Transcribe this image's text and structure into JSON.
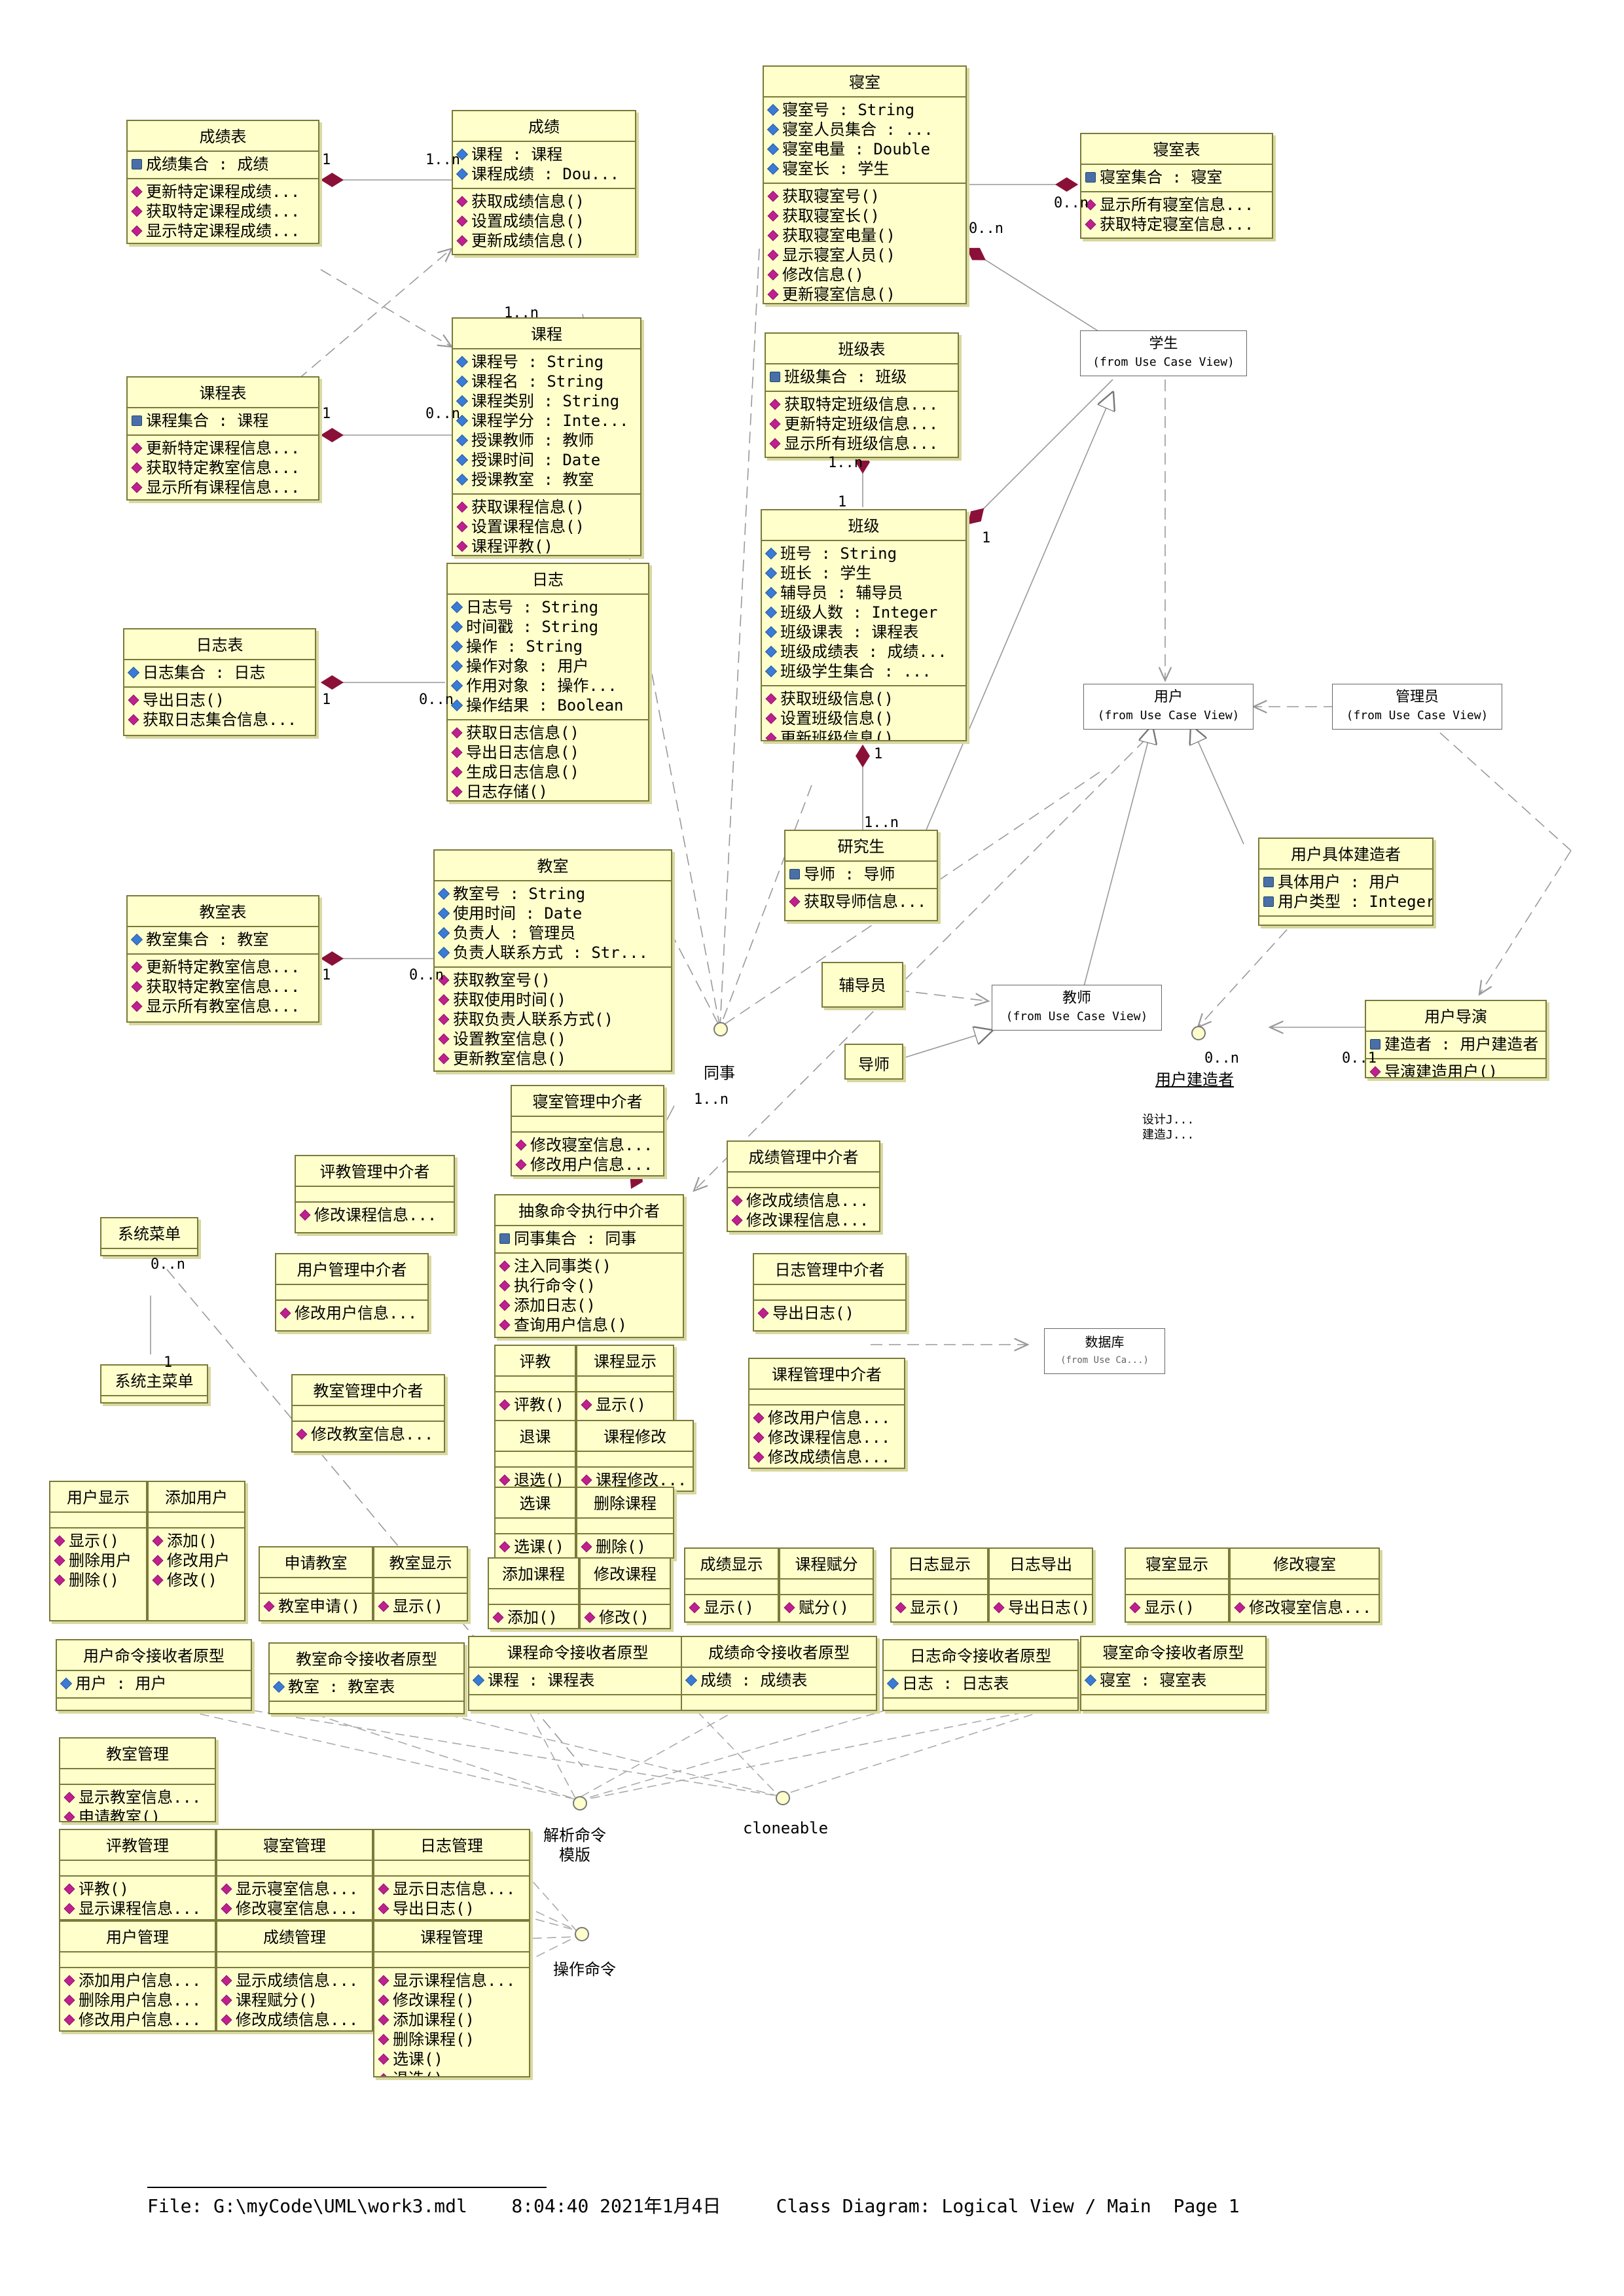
{
  "classes": [
    {
      "key": "cjb",
      "name": "成绩表",
      "attrs": [
        {
          "t": "assoc",
          "s": "成绩集合 : 成绩"
        }
      ],
      "ops": [
        "更新特定课程成绩...",
        "获取特定课程成绩...",
        "显示特定课程成绩..."
      ]
    },
    {
      "key": "cj",
      "name": "成绩",
      "attrs": [
        {
          "t": "attr",
          "s": "课程 : 课程"
        },
        {
          "t": "attr",
          "s": "课程成绩 : Dou..."
        }
      ],
      "ops": [
        "获取成绩信息()",
        "设置成绩信息()",
        "更新成绩信息()"
      ]
    },
    {
      "key": "ss",
      "name": "寝室",
      "attrs": [
        {
          "t": "attr",
          "s": "寝室号 : String"
        },
        {
          "t": "attr",
          "s": "寝室人员集合 : ..."
        },
        {
          "t": "attr",
          "s": "寝室电量 : Double"
        },
        {
          "t": "attr",
          "s": "寝室长 : 学生"
        }
      ],
      "ops": [
        "获取寝室号()",
        "获取寝室长()",
        "获取寝室电量()",
        "显示寝室人员()",
        "修改信息()",
        "更新寝室信息()"
      ]
    },
    {
      "key": "ssb",
      "name": "寝室表",
      "attrs": [
        {
          "t": "assoc",
          "s": "寝室集合 : 寝室"
        }
      ],
      "ops": [
        "显示所有寝室信息...",
        "获取特定寝室信息..."
      ]
    },
    {
      "key": "kcb",
      "name": "课程表",
      "attrs": [
        {
          "t": "assoc",
          "s": "课程集合 : 课程"
        }
      ],
      "ops": [
        "更新特定课程信息...",
        "获取特定教室信息...",
        "显示所有课程信息..."
      ]
    },
    {
      "key": "kc",
      "name": "课程",
      "attrs": [
        {
          "t": "attr",
          "s": "课程号 : String"
        },
        {
          "t": "attr",
          "s": "课程名 : String"
        },
        {
          "t": "attr",
          "s": "课程类别 : String"
        },
        {
          "t": "attr",
          "s": "课程学分 : Inte..."
        },
        {
          "t": "attr",
          "s": "授课教师 : 教师"
        },
        {
          "t": "attr",
          "s": "授课时间 : Date"
        },
        {
          "t": "attr",
          "s": "授课教室 : 教室"
        }
      ],
      "ops": [
        "获取课程信息()",
        "设置课程信息()",
        "课程评教()"
      ]
    },
    {
      "key": "bjb",
      "name": "班级表",
      "attrs": [
        {
          "t": "assoc",
          "s": "班级集合 : 班级"
        }
      ],
      "ops": [
        "获取特定班级信息...",
        "更新特定班级信息...",
        "显示所有班级信息..."
      ]
    },
    {
      "key": "bj",
      "name": "班级",
      "attrs": [
        {
          "t": "attr",
          "s": "班号 : String"
        },
        {
          "t": "attr",
          "s": "班长 : 学生"
        },
        {
          "t": "attr",
          "s": "辅导员 : 辅导员"
        },
        {
          "t": "attr",
          "s": "班级人数 : Integer"
        },
        {
          "t": "attr",
          "s": "班级课表 : 课程表"
        },
        {
          "t": "attr",
          "s": "班级成绩表 : 成绩..."
        },
        {
          "t": "attr",
          "s": "班级学生集合 : ..."
        }
      ],
      "ops": [
        "获取班级信息()",
        "设置班级信息()",
        "更新班级信息()"
      ]
    },
    {
      "key": "rzb",
      "name": "日志表",
      "attrs": [
        {
          "t": "attr",
          "s": "日志集合 : 日志"
        }
      ],
      "ops": [
        "导出日志()",
        "获取日志集合信息..."
      ]
    },
    {
      "key": "rz",
      "name": "日志",
      "attrs": [
        {
          "t": "attr",
          "s": "日志号 : String"
        },
        {
          "t": "attr",
          "s": "时间戳 : String"
        },
        {
          "t": "attr",
          "s": "操作 : String"
        },
        {
          "t": "attr",
          "s": "操作对象 : 用户"
        },
        {
          "t": "attr",
          "s": "作用对象 : 操作..."
        },
        {
          "t": "attr",
          "s": "操作结果 : Boolean"
        }
      ],
      "ops": [
        "获取日志信息()",
        "导出日志信息()",
        "生成日志信息()",
        "日志存储()"
      ]
    },
    {
      "key": "yjs",
      "name": "研究生",
      "attrs": [
        {
          "t": "assoc",
          "s": "导师 : 导师"
        }
      ],
      "ops": [
        "获取导师信息..."
      ]
    },
    {
      "key": "jsb",
      "name": "教室表",
      "attrs": [
        {
          "t": "attr",
          "s": "教室集合 : 教室"
        }
      ],
      "ops": [
        "更新特定教室信息...",
        "获取特定教室信息...",
        "显示所有教室信息..."
      ]
    },
    {
      "key": "js",
      "name": "教室",
      "attrs": [
        {
          "t": "attr",
          "s": "教室号 : String"
        },
        {
          "t": "attr",
          "s": "使用时间 : Date"
        },
        {
          "t": "attr",
          "s": "负责人 : 管理员"
        },
        {
          "t": "attr",
          "s": "负责人联系方式 : Str..."
        }
      ],
      "ops": [
        "获取教室号()",
        "获取使用时间()",
        "获取负责人联系方式()",
        "设置教室信息()",
        "更新教室信息()"
      ]
    },
    {
      "key": "yhjzz",
      "name": "用户具体建造者",
      "attrs": [
        {
          "t": "assoc",
          "s": "具体用户 : 用户"
        },
        {
          "t": "assoc",
          "s": "用户类型 : Integer"
        }
      ],
      "ops": []
    },
    {
      "key": "yhdy",
      "name": "用户导演",
      "attrs": [
        {
          "t": "assoc",
          "s": "建造者 : 用户建造者"
        }
      ],
      "ops": [
        "导演建造用户()"
      ]
    },
    {
      "key": "ssgl",
      "name": "寝室管理中介者",
      "attrs": [],
      "ops": [
        "修改寝室信息...",
        "修改用户信息..."
      ]
    },
    {
      "key": "pjgl",
      "name": "评教管理中介者",
      "attrs": [],
      "ops": [
        "修改课程信息..."
      ]
    },
    {
      "key": "cjgl",
      "name": "成绩管理中介者",
      "attrs": [],
      "ops": [
        "修改成绩信息...",
        "修改课程信息..."
      ]
    },
    {
      "key": "cxzj",
      "name": "抽象命令执行中介者",
      "attrs": [
        {
          "t": "assoc",
          "s": "同事集合 : 同事"
        }
      ],
      "ops": [
        "注入同事类()",
        "执行命令()",
        "添加日志()",
        "查询用户信息()"
      ]
    },
    {
      "key": "yhgl",
      "name": "用户管理中介者",
      "attrs": [],
      "ops": [
        "修改用户信息..."
      ]
    },
    {
      "key": "rzgl",
      "name": "日志管理中介者",
      "attrs": [],
      "ops": [
        "导出日志()"
      ]
    },
    {
      "key": "jsgl",
      "name": "教室管理中介者",
      "attrs": [],
      "ops": [
        "修改教室信息..."
      ]
    },
    {
      "key": "kcgl",
      "name": "课程管理中介者",
      "attrs": [],
      "ops": [
        "修改用户信息...",
        "修改课程信息...",
        "修改成绩信息..."
      ]
    },
    {
      "key": "pj",
      "name": "评教",
      "attrs": [],
      "ops": [
        "评教()"
      ]
    },
    {
      "key": "kcxs",
      "name": "课程显示",
      "attrs": [],
      "ops": [
        "显示()"
      ]
    },
    {
      "key": "tk",
      "name": "退课",
      "attrs": [],
      "ops": [
        "退选()"
      ]
    },
    {
      "key": "kcxg",
      "name": "课程修改",
      "attrs": [],
      "ops": [
        "课程修改..."
      ]
    },
    {
      "key": "xk",
      "name": "选课",
      "attrs": [],
      "ops": [
        "选课()"
      ]
    },
    {
      "key": "sckc",
      "name": "删除课程",
      "attrs": [],
      "ops": [
        "删除()"
      ]
    },
    {
      "key": "tjkc",
      "name": "添加课程",
      "attrs": [],
      "ops": [
        "添加()"
      ]
    },
    {
      "key": "xgkc",
      "name": "修改课程",
      "attrs": [],
      "ops": [
        "修改()"
      ]
    },
    {
      "key": "yhxs",
      "name": "用户显示",
      "attrs": [],
      "ops": [
        "显示()",
        "删除用户",
        "删除()"
      ]
    },
    {
      "key": "tjyh",
      "name": "添加用户",
      "attrs": [],
      "ops": [
        "添加()",
        "修改用户",
        "修改()"
      ]
    },
    {
      "key": "sqjs",
      "name": "申请教室",
      "attrs": [],
      "ops": [
        "教室申请()"
      ]
    },
    {
      "key": "jsxs",
      "name": "教室显示",
      "attrs": [],
      "ops": [
        "显示()"
      ]
    },
    {
      "key": "cjxs",
      "name": "成绩显示",
      "attrs": [],
      "ops": [
        "显示()"
      ]
    },
    {
      "key": "kcff",
      "name": "课程赋分",
      "attrs": [],
      "ops": [
        "赋分()"
      ]
    },
    {
      "key": "rzxs",
      "name": "日志显示",
      "attrs": [],
      "ops": [
        "显示()"
      ]
    },
    {
      "key": "rzdc",
      "name": "日志导出",
      "attrs": [],
      "ops": [
        "导出日志()"
      ]
    },
    {
      "key": "ssxs",
      "name": "寝室显示",
      "attrs": [],
      "ops": [
        "显示()"
      ]
    },
    {
      "key": "xgss",
      "name": "修改寝室",
      "attrs": [],
      "ops": [
        "修改寝室信息..."
      ]
    },
    {
      "key": "yhml",
      "name": "用户命令接收者原型",
      "attrs": [
        {
          "t": "attr",
          "s": "用户 : 用户"
        }
      ],
      "ops": []
    },
    {
      "key": "jsml",
      "name": "教室命令接收者原型",
      "attrs": [
        {
          "t": "attr",
          "s": "教室 : 教室表"
        }
      ],
      "ops": []
    },
    {
      "key": "kcml",
      "name": "课程命令接收者原型",
      "attrs": [
        {
          "t": "attr",
          "s": "课程 : 课程表"
        }
      ],
      "ops": []
    },
    {
      "key": "cjml",
      "name": "成绩命令接收者原型",
      "attrs": [
        {
          "t": "attr",
          "s": "成绩 : 成绩表"
        }
      ],
      "ops": []
    },
    {
      "key": "rzml",
      "name": "日志命令接收者原型",
      "attrs": [
        {
          "t": "attr",
          "s": "日志 : 日志表"
        }
      ],
      "ops": []
    },
    {
      "key": "ssml",
      "name": "寝室命令接收者原型",
      "attrs": [
        {
          "t": "attr",
          "s": "寝室 : 寝室表"
        }
      ],
      "ops": []
    },
    {
      "key": "xtcd",
      "name": "系统菜单",
      "attrs": [],
      "ops": []
    },
    {
      "key": "xtzcd",
      "name": "系统主菜单",
      "attrs": [],
      "ops": []
    },
    {
      "key": "jsgl2",
      "name": "教室管理",
      "attrs": [],
      "ops": [
        "显示教室信息...",
        "申请教室()"
      ]
    },
    {
      "key": "pjgl2",
      "name": "评教管理",
      "attrs": [],
      "ops": [
        "评教()",
        "显示课程信息..."
      ]
    },
    {
      "key": "ssgl2",
      "name": "寝室管理",
      "attrs": [],
      "ops": [
        "显示寝室信息...",
        "修改寝室信息..."
      ]
    },
    {
      "key": "rzgl2",
      "name": "日志管理",
      "attrs": [],
      "ops": [
        "显示日志信息...",
        "导出日志()"
      ]
    },
    {
      "key": "yhgl2",
      "name": "用户管理",
      "attrs": [],
      "ops": [
        "添加用户信息...",
        "删除用户信息...",
        "修改用户信息..."
      ]
    },
    {
      "key": "cjgl2",
      "name": "成绩管理",
      "attrs": [],
      "ops": [
        "显示成绩信息...",
        "课程赋分()",
        "修改成绩信息..."
      ]
    },
    {
      "key": "kcgl2",
      "name": "课程管理",
      "attrs": [],
      "ops": [
        "显示课程信息...",
        "修改课程()",
        "添加课程()",
        "删除课程()",
        "选课()",
        "退选()"
      ]
    }
  ],
  "actors": [
    {
      "key": "xs",
      "name": "学生",
      "sub": "(from Use Case View)"
    },
    {
      "key": "yh",
      "name": "用户",
      "sub": "(from Use Case View)"
    },
    {
      "key": "gly",
      "name": "管理员",
      "sub": "(from Use Case View)"
    },
    {
      "key": "jiaoshi",
      "name": "教师",
      "sub": "(from Use Case View)"
    },
    {
      "key": "sjk",
      "name": "数据库",
      "sub": "(from Use Ca...)"
    }
  ],
  "simple_boxes": [
    {
      "key": "fdy",
      "name": "辅导员"
    },
    {
      "key": "ds",
      "name": "导师"
    }
  ],
  "interfaces": [
    {
      "key": "ts",
      "name": "同事"
    },
    {
      "key": "jzz",
      "name": "用户建造者",
      "ops": [
        "设计J...",
        "建造J..."
      ]
    },
    {
      "key": "jxml",
      "name": "解析命令\n模版"
    },
    {
      "key": "cloneable",
      "name": "cloneable"
    },
    {
      "key": "czml",
      "name": "操作命令"
    }
  ],
  "multiplicities": [
    "1",
    "1..n",
    "1",
    "0..n",
    "0..n",
    "0..n",
    "1..n",
    "1",
    "1..n",
    "1",
    "1",
    "0..n",
    "1",
    "1..n",
    "1",
    "0..n",
    "0..n",
    "0..1",
    "1..n",
    "0..n",
    "1"
  ],
  "footer": {
    "file": "File: G:\\myCode\\UML\\work3.mdl",
    "time": "8:04:40 2021年1月4日",
    "title": "Class Diagram: Logical View / Main",
    "page": "Page 1"
  }
}
